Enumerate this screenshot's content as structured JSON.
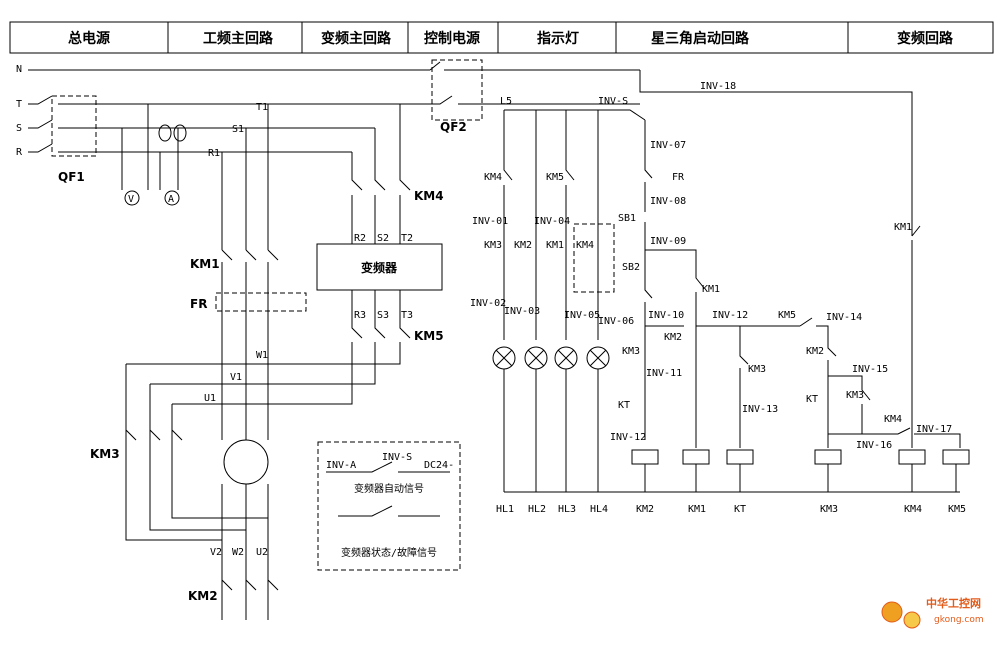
{
  "header": [
    "总电源",
    "工频主回路",
    "变频主回路",
    "控制电源",
    "指示灯",
    "星三角启动回路",
    "变频回路"
  ],
  "power": {
    "N": "N",
    "T": "T",
    "S": "S",
    "R": "R",
    "QF1": "QF1",
    "QF2": "QF2",
    "T1": "T1",
    "S1": "S1",
    "R1": "R1",
    "L5": "L5",
    "INVS_top": "INV-S",
    "INV18": "INV-18",
    "V": "V",
    "A": "A"
  },
  "main": {
    "KM1": "KM1",
    "FR": "FR",
    "KM3": "KM3",
    "KM2": "KM2",
    "KM4": "KM4",
    "KM5": "KM5",
    "vfd": "变频器",
    "R2": "R2",
    "S2": "S2",
    "T2": "T2",
    "R3": "R3",
    "S3": "S3",
    "T3": "T3",
    "W1": "W1",
    "V1": "V1",
    "U1": "U1",
    "V2": "V2",
    "W2": "W2",
    "U2": "U2"
  },
  "signal": {
    "INVA": "INV-A",
    "INVS": "INV-S",
    "DC24": "DC24-",
    "auto": "变频器自动信号",
    "status": "变频器状态/故障信号"
  },
  "indicator": {
    "KM4": "KM4",
    "KM5": "KM5",
    "INV01": "INV-01",
    "INV04": "INV-04",
    "KM3": "KM3",
    "KM2": "KM2",
    "KM1": "KM1",
    "KM4b": "KM4",
    "INV02": "INV-02",
    "INV03": "INV-03",
    "INV05": "INV-05",
    "INV06": "INV-06",
    "HL1": "HL1",
    "HL2": "HL2",
    "HL3": "HL3",
    "HL4": "HL4"
  },
  "control": {
    "INV07": "INV-07",
    "FR": "FR",
    "INV08": "INV-08",
    "SB1": "SB1",
    "INV09": "INV-09",
    "SB2": "SB2",
    "KM1": "KM1",
    "INV10": "INV-10",
    "KM2a": "KM2",
    "KM3a": "KM3",
    "INV11": "INV-11",
    "KT": "KT",
    "INV12a": "INV-12",
    "INV12b": "INV-12",
    "KM3b": "KM3",
    "INV13": "INV-13",
    "KM5": "KM5",
    "INV14": "INV-14",
    "KM2b": "KM2",
    "INV15": "INV-15",
    "KT2": "KT",
    "KM3c": "KM3",
    "INV16": "INV-16",
    "KM4": "KM4",
    "INV17": "INV-17",
    "KM1r": "KM1",
    "coils": [
      "KM2",
      "KM1",
      "KT",
      "KM3",
      "KM4",
      "KM5"
    ]
  },
  "logo": {
    "cn": "中华工控网",
    "en": "gkong.com"
  }
}
